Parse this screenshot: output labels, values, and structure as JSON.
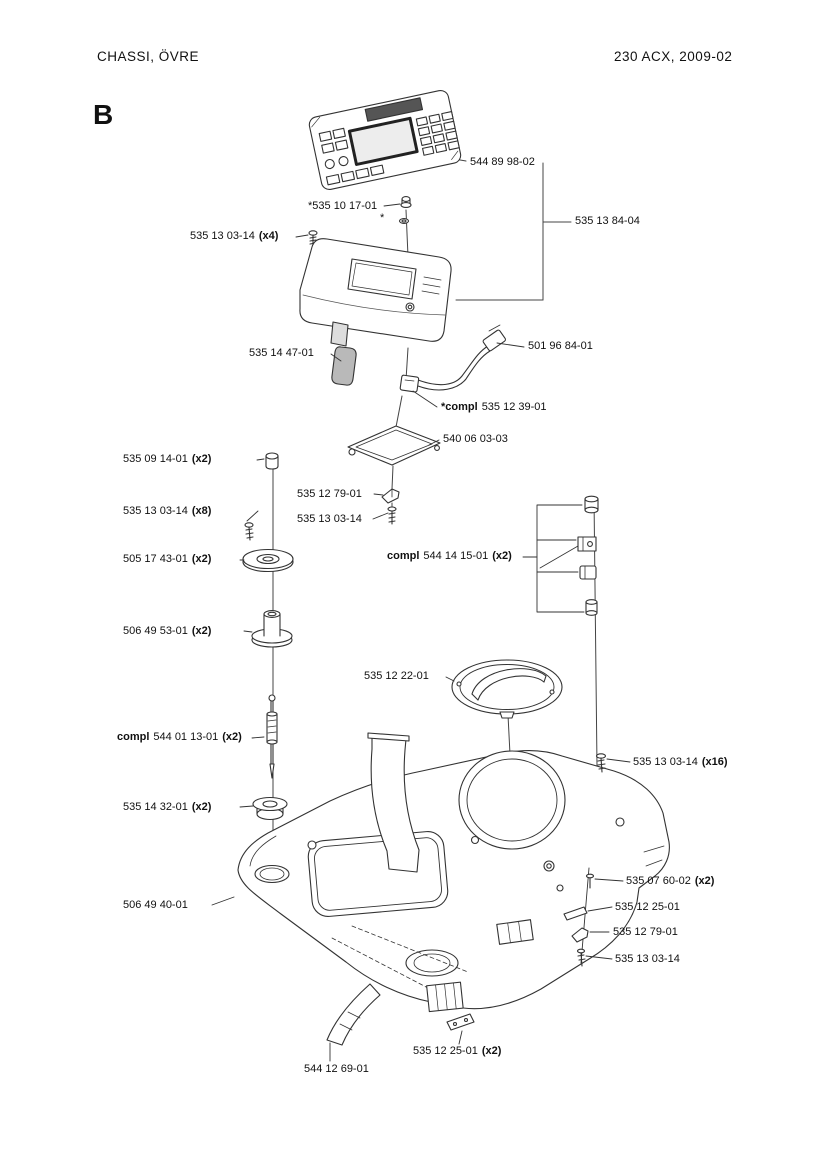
{
  "page": {
    "header_left": "CHASSI, ÖVRE",
    "header_right": "230 ACX, 2009-02",
    "section_label": "B"
  },
  "callouts": [
    {
      "prefix": "",
      "number": "544 89 98-02",
      "qty": ""
    },
    {
      "prefix": "",
      "number": "*535 10 17-01",
      "qty": ""
    },
    {
      "prefix": "",
      "number": "*",
      "qty": ""
    },
    {
      "prefix": "",
      "number": "535 13 84-04",
      "qty": ""
    },
    {
      "prefix": "",
      "number": "535 13 03-14",
      "qty": "(x4)"
    },
    {
      "prefix": "",
      "number": "535 14 47-01",
      "qty": ""
    },
    {
      "prefix": "",
      "number": "501 96 84-01",
      "qty": ""
    },
    {
      "prefix": "*compl",
      "number": "535 12 39-01",
      "qty": ""
    },
    {
      "prefix": "",
      "number": "540 06 03-03",
      "qty": ""
    },
    {
      "prefix": "",
      "number": "535 09 14-01",
      "qty": "(x2)"
    },
    {
      "prefix": "",
      "number": "535 12 79-01",
      "qty": ""
    },
    {
      "prefix": "",
      "number": "535 13 03-14",
      "qty": "(x8)"
    },
    {
      "prefix": "",
      "number": "535 13 03-14",
      "qty": ""
    },
    {
      "prefix": "",
      "number": "505 17 43-01",
      "qty": "(x2)"
    },
    {
      "prefix": "compl",
      "number": "544 14 15-01",
      "qty": "(x2)"
    },
    {
      "prefix": "",
      "number": "506 49 53-01",
      "qty": "(x2)"
    },
    {
      "prefix": "",
      "number": "535 12 22-01",
      "qty": ""
    },
    {
      "prefix": "compl",
      "number": "544 01 13-01",
      "qty": "(x2)"
    },
    {
      "prefix": "",
      "number": "535 13 03-14",
      "qty": "(x16)"
    },
    {
      "prefix": "",
      "number": "535 14 32-01",
      "qty": "(x2)"
    },
    {
      "prefix": "",
      "number": "535 07 60-02",
      "qty": "(x2)"
    },
    {
      "prefix": "",
      "number": "506 49 40-01",
      "qty": ""
    },
    {
      "prefix": "",
      "number": "535 12 25-01",
      "qty": ""
    },
    {
      "prefix": "",
      "number": "535 12 79-01",
      "qty": ""
    },
    {
      "prefix": "",
      "number": "535 13 03-14",
      "qty": ""
    },
    {
      "prefix": "",
      "number": "535 12 25-01",
      "qty": "(x2)"
    },
    {
      "prefix": "",
      "number": "544 12 69-01",
      "qty": ""
    }
  ]
}
